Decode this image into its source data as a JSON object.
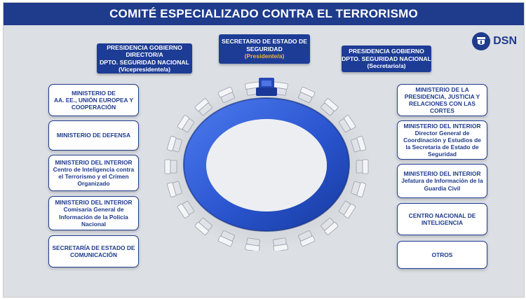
{
  "title": "COMITÉ ESPECIALIZADO CONTRA EL TERRORISMO",
  "logo": {
    "text": "DSN",
    "badge_icon": "escudo-icon",
    "color": "#1f3b8c"
  },
  "leads": {
    "left": {
      "lines": [
        "PRESIDENCIA GOBIERNO",
        "DIRECTOR/A",
        "DPTO. SEGURIDAD NACIONAL"
      ],
      "role": "(Vicepresidente/a)"
    },
    "center": {
      "lines": [
        "SECRETARIO DE ESTADO DE",
        "SEGURIDAD"
      ],
      "role": "(Presidente/a)"
    },
    "right": {
      "lines": [
        "PRESIDENCIA GOBIERNO",
        "DPTO. SEGURIDAD NACIONAL"
      ],
      "role": "(Secretario/a)"
    }
  },
  "members_left": [
    {
      "lines": [
        "MINISTERIO DE",
        "AA. EE., UNIÓN EUROPEA Y",
        "COOPERACIÓN"
      ]
    },
    {
      "lines": [
        "MINISTERIO DE DEFENSA"
      ]
    },
    {
      "lines": [
        "MINISTERIO DEL INTERIOR",
        "Centro de Inteligencia contra",
        "el Terrorismo y el Crimen",
        "Organizado"
      ]
    },
    {
      "lines": [
        "MINISTERIO DEL INTERIOR",
        "Comisaría General de",
        "Información de la Policía",
        "Nacional"
      ]
    },
    {
      "lines": [
        "SECRETARÍA DE ESTADO DE",
        "COMUNICACIÓN"
      ]
    }
  ],
  "members_right": [
    {
      "lines": [
        "MINISTERIO DE LA",
        "PRESIDENCIA, JUSTICIA Y",
        "RELACIONES CON LAS",
        "CORTES"
      ]
    },
    {
      "lines": [
        "MINISTERIO DEL INTERIOR",
        "Director General de",
        "Coordinación y Estudios de",
        "la Secretaría de Estado de",
        "Seguridad"
      ]
    },
    {
      "lines": [
        "MINISTERIO DEL INTERIOR",
        "Jefatura de Información de la",
        "Guardia Civil"
      ]
    },
    {
      "lines": [
        "CENTRO NACIONAL DE",
        "INTELIGENCIA"
      ]
    },
    {
      "lines": [
        "OTROS"
      ]
    }
  ],
  "colors": {
    "accent": "#1f3b8c",
    "highlight": "#f5b335",
    "ring": "#2f5bd3"
  }
}
